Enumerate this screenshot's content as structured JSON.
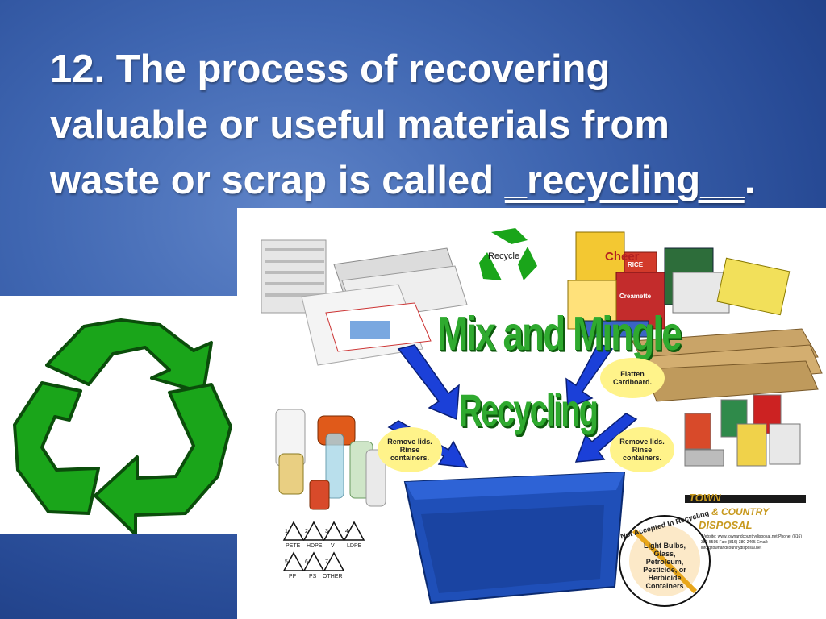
{
  "slide": {
    "title_part1": "12.  The process of recovering valuable or useful materials from waste or scrap is called ",
    "answer": "_recycling__",
    "title_end": "."
  },
  "collage": {
    "recycle_logo_label": "Recycle",
    "headline_1": "Mix and Mingle",
    "headline_2": "Recycling",
    "note_cardboard": "Flatten Cardboard.",
    "note_left": "Remove lids. Rinse containers.",
    "note_right": "Remove lids. Rinse containers.",
    "box_labels": [
      "Cheer",
      "RICE",
      "Creamette"
    ],
    "plastic_codes": [
      "1",
      "2",
      "3",
      "4",
      "5",
      "6",
      "7"
    ],
    "plastic_names_row1": [
      "PETE",
      "HDPE",
      "V",
      "LDPE"
    ],
    "plastic_names_row2": [
      "PP",
      "PS",
      "OTHER"
    ],
    "not_accepted_title": "Not Accepted In Recycling",
    "not_accepted_items": "Light Bulbs, Glass, Petroleum, Pesticide, or Herbicide Containers",
    "company_line1": "TOWN",
    "company_line2": "& COUNTRY",
    "company_line3": "DISPOSAL",
    "company_contact": "Website: www.townandcountrydisposal.net  Phone: (816) 380-5595  Fax: (816) 380-2465  Email: info@townandcountrydisposal.net"
  },
  "colors": {
    "recycle_green": "#1aa51a",
    "bin_blue": "#1f4fb8",
    "arrow_blue": "#1b40d8",
    "note_yellow": "#fff38a"
  }
}
